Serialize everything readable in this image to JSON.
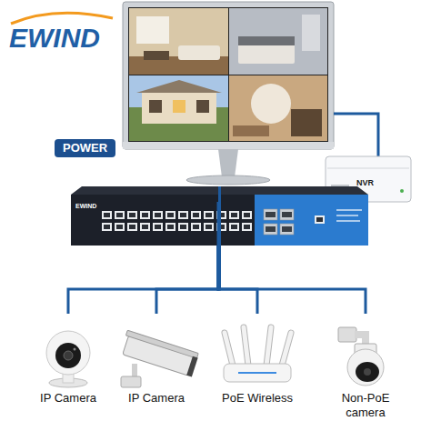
{
  "diagram": {
    "nodes": [
      {
        "text": [
          "POWER"
        ]
      },
      {
        "text": [
          "NVR"
        ]
      },
      {
        "text": [
          "EWIND"
        ]
      },
      {
        "text": [
          "IP Camera"
        ]
      },
      {
        "text": [
          "IP Camera"
        ]
      },
      {
        "text": [
          "PoE Wireless"
        ]
      },
      {
        "text": [
          "Non-PoE camera"
        ]
      }
    ],
    "edges": [
      {
        "from": 1,
        "to": 2,
        "arrow": "none"
      },
      {
        "from": 2,
        "to": 3,
        "arrow": "none"
      },
      {
        "from": 2,
        "to": 4,
        "arrow": "none"
      },
      {
        "from": 2,
        "to": 5,
        "arrow": "none"
      },
      {
        "from": 2,
        "to": 6,
        "arrow": "none"
      }
    ],
    "labels": [
      "EWIND"
    ]
  }
}
